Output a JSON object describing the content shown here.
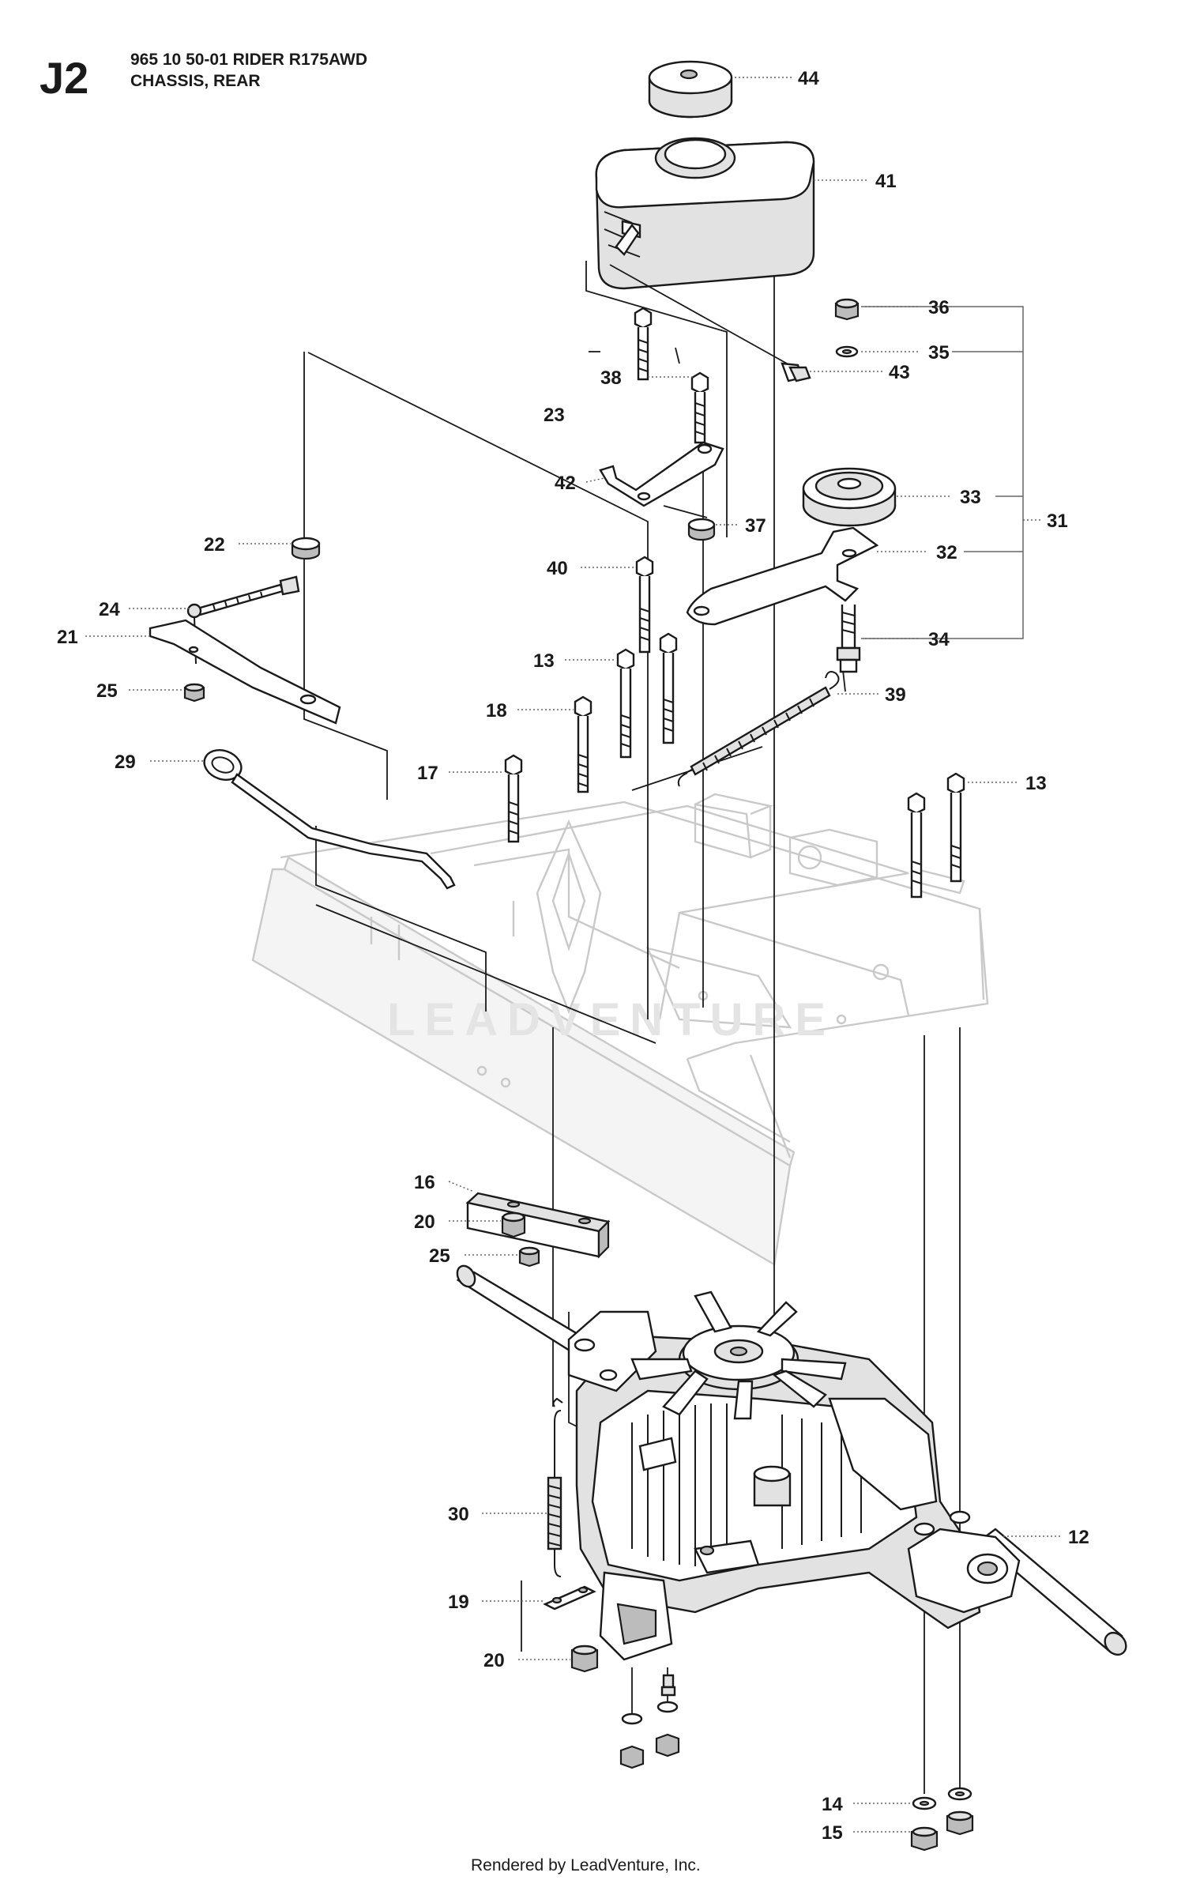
{
  "header": {
    "code": "J2",
    "model_line": "965 10 50-01 RIDER R175AWD",
    "section_line": "CHASSIS, REAR"
  },
  "watermark": "LEADVENTURE",
  "footer": "Rendered by LeadVenture, Inc.",
  "callouts": {
    "c44": "44",
    "c41": "41",
    "c43": "43",
    "c38": "38",
    "c23": "23",
    "c36": "36",
    "c35": "35",
    "c42": "42",
    "c33": "33",
    "c31": "31",
    "c22": "22",
    "c37": "37",
    "c32": "32",
    "c40": "40",
    "c24": "24",
    "c21": "21",
    "c34": "34",
    "c13a": "13",
    "c25a": "25",
    "c39": "39",
    "c18": "18",
    "c29": "29",
    "c17": "17",
    "c13b": "13",
    "c16": "16",
    "c20a": "20",
    "c25b": "25",
    "c12": "12",
    "c30": "30",
    "c19": "19",
    "c20b": "20",
    "c14": "14",
    "c15": "15"
  }
}
